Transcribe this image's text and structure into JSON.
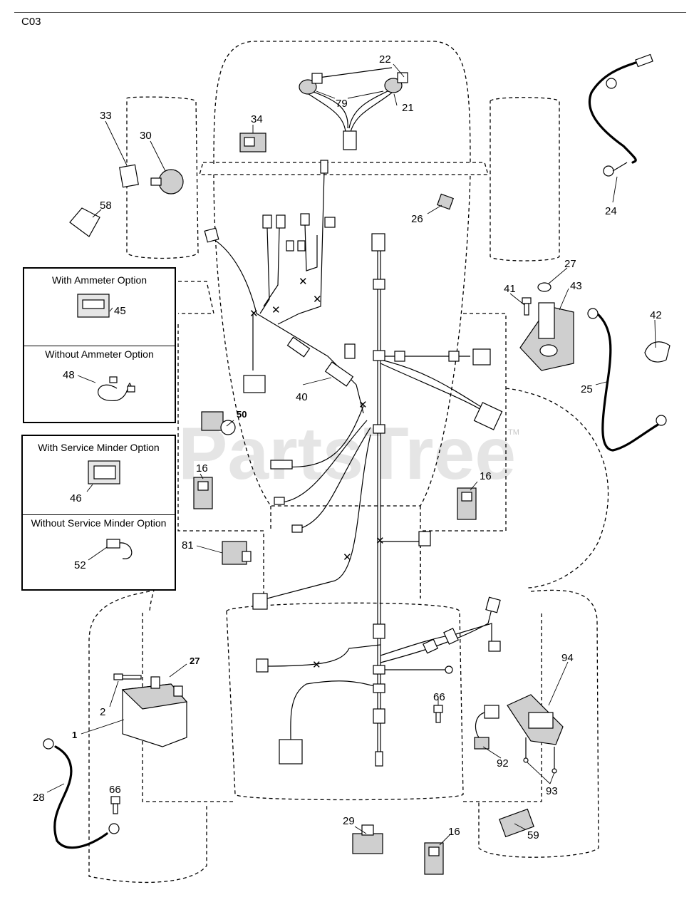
{
  "page_label": "C03",
  "watermark": {
    "text": "PartsTree",
    "trademark": "TM"
  },
  "options": {
    "ammeter": {
      "with_title": "With Ammeter Option",
      "with_part": "45",
      "without_title": "Without Ammeter Option",
      "without_part": "48"
    },
    "service_minder": {
      "with_title": "With Service Minder Option",
      "with_part": "46",
      "without_title": "Without Service Minder Option",
      "without_part": "52"
    }
  },
  "callouts": {
    "c1": "1",
    "c2": "2",
    "c16a": "16",
    "c16b": "16",
    "c16c": "16",
    "c21": "21",
    "c22": "22",
    "c24": "24",
    "c25": "25",
    "c26": "26",
    "c27a": "27",
    "c27b": "27",
    "c28": "28",
    "c29": "29",
    "c30": "30",
    "c33": "33",
    "c34": "34",
    "c40": "40",
    "c41": "41",
    "c42": "42",
    "c43": "43",
    "c50": "50",
    "c58": "58",
    "c59": "59",
    "c66a": "66",
    "c66b": "66",
    "c79": "79",
    "c81": "81",
    "c92": "92",
    "c93": "93",
    "c94": "94"
  }
}
